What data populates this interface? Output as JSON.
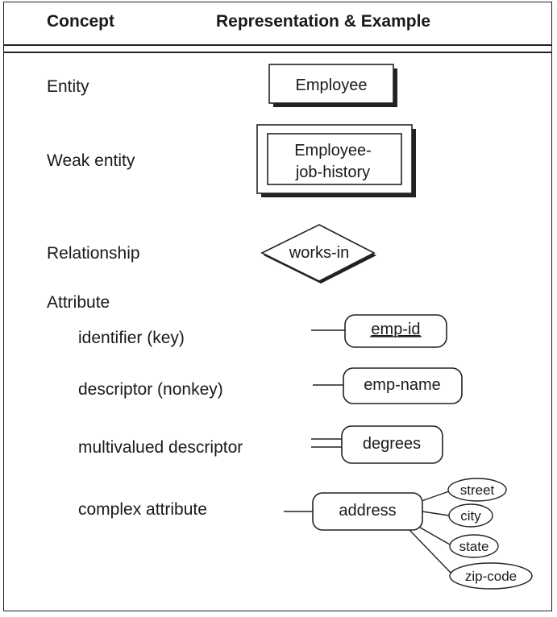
{
  "header": {
    "concept": "Concept",
    "representation": "Representation & Example"
  },
  "rows": {
    "entity": {
      "concept": "Entity",
      "example": "Employee"
    },
    "weak_entity": {
      "concept": "Weak entity",
      "example_line1": "Employee-",
      "example_line2": "job-history"
    },
    "relationship": {
      "concept": "Relationship",
      "example": "works-in"
    },
    "attribute": {
      "concept": "Attribute"
    },
    "identifier": {
      "concept": "identifier (key)",
      "example": "emp-id"
    },
    "descriptor": {
      "concept": "descriptor (nonkey)",
      "example": "emp-name"
    },
    "multivalued": {
      "concept": "multivalued descriptor",
      "example": "degrees"
    },
    "complex": {
      "concept": "complex attribute",
      "example": "address",
      "parts": [
        "street",
        "city",
        "state",
        "zip-code"
      ]
    }
  }
}
